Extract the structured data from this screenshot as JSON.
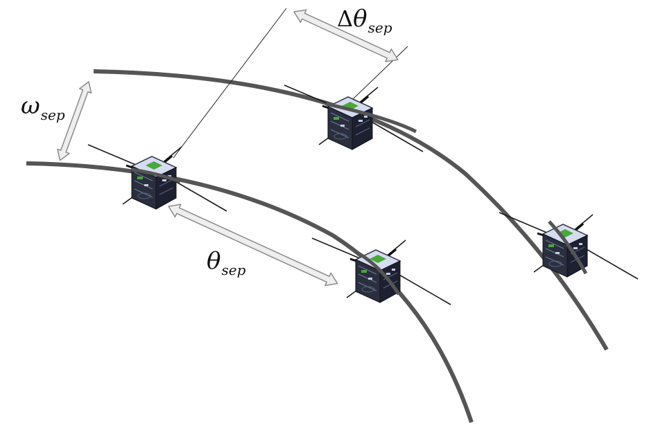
{
  "labels": {
    "omega": {
      "symbol": "ω",
      "subscript": "sep"
    },
    "theta": {
      "symbol": "θ",
      "subscript": "sep"
    },
    "delta_theta": {
      "prefix": "Δ",
      "symbol": "θ",
      "subscript": "sep"
    }
  },
  "icons": {
    "satellite": "cubesat-icon",
    "arrow": "double-headed-arrow"
  },
  "colors": {
    "orbit": "#555555",
    "arrow_fill": "#eeeeee",
    "arrow_stroke": "#8a8a8a",
    "satellite_body": "#2b2f3d",
    "satellite_panel": "#1d2030",
    "satellite_top": "#d6dcef",
    "satellite_accent": "#49a83a",
    "antenna": "#1a1a1a"
  }
}
